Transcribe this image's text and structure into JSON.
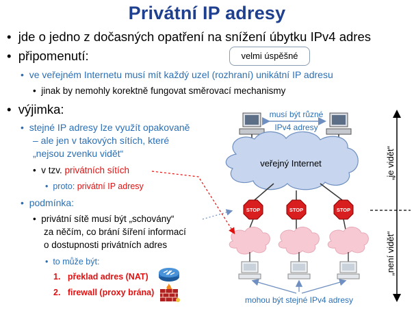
{
  "title": "Privátní IP adresy",
  "bullets": {
    "b1": "jde o jedno z dočasných opatření na snížení úbytku IPv4 adres",
    "b2": "připomenutí:",
    "b2_1": "ve veřejném Internetu musí mít každý uzel (rozhraní) unikátní IP adresu",
    "b2_1_1": "jinak by nemohly korektně fungovat směrovací mechanismy",
    "b3": "výjimka:",
    "b3_1_line1": "stejné IP adresy lze využít opakovaně",
    "b3_1_line2": "– ale jen v takových sítích, které",
    "b3_1_line3": "„nejsou zvenku vidět“",
    "b3_1_1_prefix": "v tzv. ",
    "b3_1_1_red": "privátních sítích",
    "b3_1_1_1_prefix": "proto: ",
    "b3_1_1_1_red": "privátní IP adresy",
    "b3_2": "podmínka:",
    "b3_2_1_line1": "privátní sítě musí být „schovány“",
    "b3_2_1_line2": "za něčím, co brání šíření informací",
    "b3_2_1_line3": "o dostupnosti privátních adres",
    "b3_2_1_1": "to může být:",
    "opt1_num": "1.",
    "opt1": "překlad adres (NAT)",
    "opt2_num": "2.",
    "opt2": "firewall (proxy brána)"
  },
  "callout": "velmi úspěšné",
  "diagram": {
    "top_label_line1": "musí být různé",
    "top_label_line2": "IPv4 adresy",
    "cloud_label": "veřejný Internet",
    "stop_label": "STOP",
    "visible_label": "„je vidět“",
    "not_visible_label": "„není vidět“",
    "bottom_label": "mohou být stejné IPv4 adresy"
  },
  "colors": {
    "title": "#1f3f8f",
    "sub_bullet": "#2a6fb5",
    "highlight": "#e01010",
    "cloud": "#c7d6ee",
    "private_cloud": "#f7c9d3",
    "stop": "#d81e1e"
  }
}
